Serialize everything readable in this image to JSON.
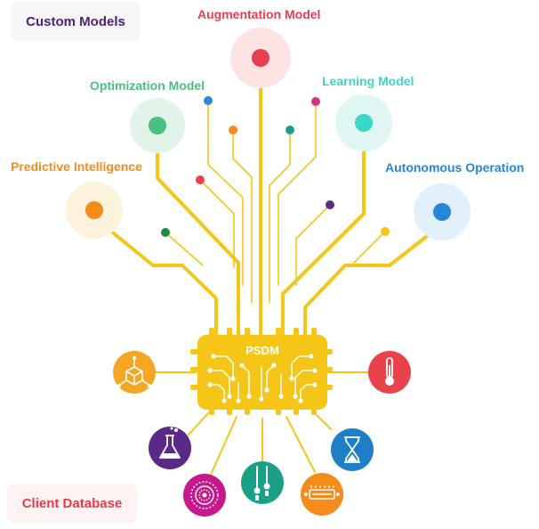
{
  "corner_labels": {
    "custom_models": "Custom Models",
    "client_database": "Client Database"
  },
  "chip": {
    "label": "PSDM",
    "color": "#f5c518"
  },
  "models": [
    {
      "id": "augmentation-model",
      "label": "Augmentation Model",
      "color": "#e63e50",
      "halo": "#fde3e4"
    },
    {
      "id": "optimization-model",
      "label": "Optimization Model",
      "color": "#4bbf7f",
      "halo": "#e2f4ea"
    },
    {
      "id": "learning-model",
      "label": "Learning Model",
      "color": "#3ad6c8",
      "halo": "#dff6f3"
    },
    {
      "id": "predictive-intelligence",
      "label": "Predictive Intelligence",
      "color": "#f58b1b",
      "halo": "#fdf3dd"
    },
    {
      "id": "autonomous-operation",
      "label": "Autonomous Operation",
      "color": "#2787d6",
      "halo": "#e2f0fb"
    }
  ],
  "sensor_icons": [
    {
      "id": "cube",
      "icon": "cube-network-icon",
      "color": "#f5a623"
    },
    {
      "id": "thermometer",
      "icon": "thermometer-icon",
      "color": "#e8424a"
    },
    {
      "id": "flask",
      "icon": "flask-icon",
      "color": "#5b2a86"
    },
    {
      "id": "hourglass",
      "icon": "hourglass-icon",
      "color": "#1f7fc6"
    },
    {
      "id": "mandala",
      "icon": "mandala-icon",
      "color": "#c6198e"
    },
    {
      "id": "probes",
      "icon": "probe-icon",
      "color": "#1aa086"
    },
    {
      "id": "heater",
      "icon": "heater-coil-icon",
      "color": "#f58b1b"
    }
  ],
  "colors": {
    "trunk": "#f5c518",
    "node_dot_colors": [
      "#2a8ad4",
      "#f58b1b",
      "#1aa086",
      "#d6338a",
      "#e8424a",
      "#5b2a86",
      "#f5c518",
      "#1f8a4a"
    ]
  }
}
